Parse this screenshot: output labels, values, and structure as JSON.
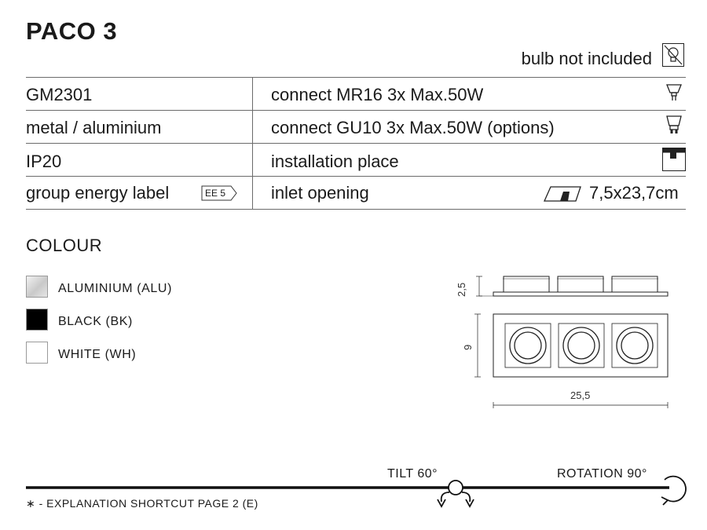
{
  "product": {
    "title": "PACO 3",
    "bulb_note": "bulb not included"
  },
  "specs": {
    "rows": [
      {
        "left": "GM2301",
        "right": "connect MR16 3x Max.50W",
        "icon": "mr16-bulb-icon"
      },
      {
        "left": "metal / aluminium",
        "right": "connect GU10 3x Max.50W (options)",
        "icon": "gu10-bulb-icon"
      },
      {
        "left": "IP20",
        "right": "installation place",
        "icon": "installation-place-icon"
      },
      {
        "left": "group energy label",
        "left_badge": "EE 5",
        "right": "inlet opening",
        "value": "7,5x23,7cm",
        "icon": "inlet-opening-icon"
      }
    ]
  },
  "colours": {
    "heading": "COLOUR",
    "options": [
      {
        "label": "ALUMINIUM (ALU)",
        "color": "#d9d9d9"
      },
      {
        "label": "BLACK (BK)",
        "color": "#000000"
      },
      {
        "label": "WHITE (WH)",
        "color": "#ffffff"
      }
    ]
  },
  "drawing": {
    "height_dim": "2,5",
    "depth_dim": "9",
    "width_dim": "25,5"
  },
  "features": {
    "tilt": "TILT 60°",
    "rotation": "ROTATION 90°"
  },
  "footnote": "∗  -  EXPLANATION SHORTCUT PAGE 2 (E)"
}
